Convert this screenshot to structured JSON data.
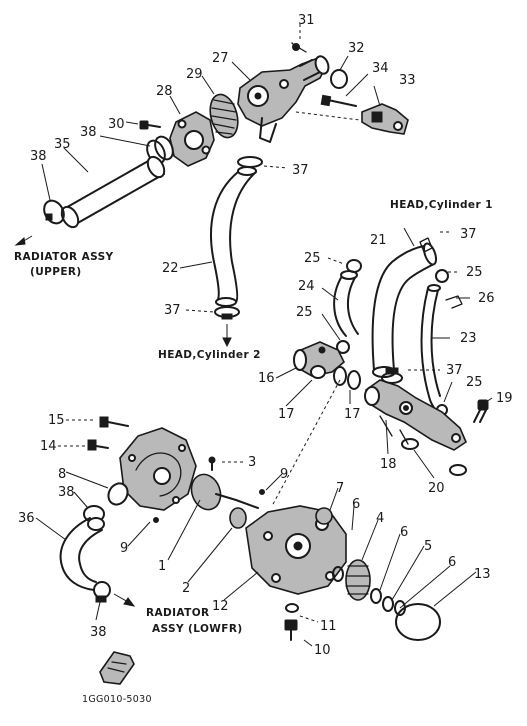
{
  "parts": [
    {
      "id": "31",
      "label": "31"
    },
    {
      "id": "32",
      "label": "32"
    },
    {
      "id": "27",
      "label": "27"
    },
    {
      "id": "34",
      "label": "34"
    },
    {
      "id": "33",
      "label": "33"
    },
    {
      "id": "29",
      "label": "29"
    },
    {
      "id": "28",
      "label": "28"
    },
    {
      "id": "30",
      "label": "30"
    },
    {
      "id": "38a",
      "label": "38"
    },
    {
      "id": "35",
      "label": "35"
    },
    {
      "id": "38b",
      "label": "38"
    },
    {
      "id": "37a",
      "label": "37"
    },
    {
      "id": "37b",
      "label": "37"
    },
    {
      "id": "21",
      "label": "21"
    },
    {
      "id": "25a",
      "label": "25"
    },
    {
      "id": "25b",
      "label": "25"
    },
    {
      "id": "22",
      "label": "22"
    },
    {
      "id": "24",
      "label": "24"
    },
    {
      "id": "26",
      "label": "26"
    },
    {
      "id": "37c",
      "label": "37"
    },
    {
      "id": "25c",
      "label": "25"
    },
    {
      "id": "23",
      "label": "23"
    },
    {
      "id": "37d",
      "label": "37"
    },
    {
      "id": "16",
      "label": "16"
    },
    {
      "id": "25d",
      "label": "25"
    },
    {
      "id": "19",
      "label": "19"
    },
    {
      "id": "17a",
      "label": "17"
    },
    {
      "id": "17b",
      "label": "17"
    },
    {
      "id": "18",
      "label": "18"
    },
    {
      "id": "20",
      "label": "20"
    },
    {
      "id": "15",
      "label": "15"
    },
    {
      "id": "14",
      "label": "14"
    },
    {
      "id": "8",
      "label": "8"
    },
    {
      "id": "3",
      "label": "3"
    },
    {
      "id": "9a",
      "label": "9"
    },
    {
      "id": "7",
      "label": "7"
    },
    {
      "id": "38c",
      "label": "38"
    },
    {
      "id": "6a",
      "label": "6"
    },
    {
      "id": "4",
      "label": "4"
    },
    {
      "id": "6b",
      "label": "6"
    },
    {
      "id": "36",
      "label": "36"
    },
    {
      "id": "9b",
      "label": "9"
    },
    {
      "id": "5",
      "label": "5"
    },
    {
      "id": "1",
      "label": "1"
    },
    {
      "id": "6c",
      "label": "6"
    },
    {
      "id": "13",
      "label": "13"
    },
    {
      "id": "2",
      "label": "2"
    },
    {
      "id": "12",
      "label": "12"
    },
    {
      "id": "11",
      "label": "11"
    },
    {
      "id": "38d",
      "label": "38"
    },
    {
      "id": "10",
      "label": "10"
    }
  ],
  "captions": {
    "radiator_upper_line1": "RADIATOR ASSY",
    "radiator_upper_line2": "(UPPER)",
    "head_cyl1": "HEAD,Cylinder 1",
    "head_cyl2": "HEAD,Cylinder 2",
    "radiator_lower_line1": "RADIATOR",
    "radiator_lower_line2": "ASSY (LOWFR)"
  },
  "drawing_code": "1GG010-5030"
}
